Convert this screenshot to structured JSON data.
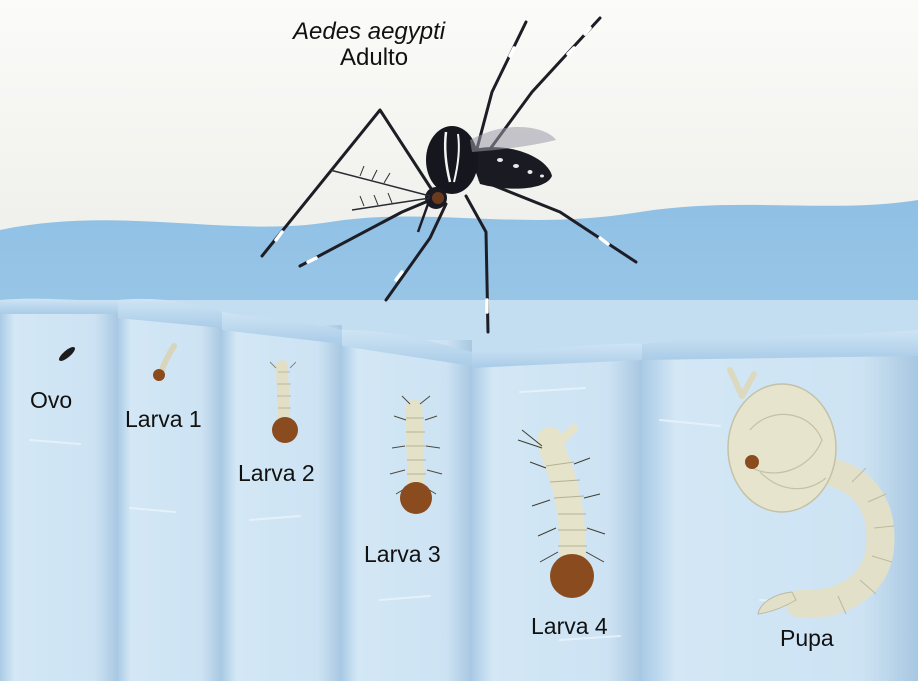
{
  "title": {
    "species": "Aedes aegypti",
    "stage": "Adulto"
  },
  "stages": [
    {
      "label": "Ovo"
    },
    {
      "label": "Larva 1"
    },
    {
      "label": "Larva 2"
    },
    {
      "label": "Larva 3"
    },
    {
      "label": "Larva 4"
    },
    {
      "label": "Pupa"
    }
  ],
  "colors": {
    "sky_top": "#ffffff",
    "sky_bottom": "#dcdcd6",
    "water_surface": "#8fc2e6",
    "water_column": "#c9e2f4",
    "larva_body": "#e6e3c9",
    "larva_head": "#8a4b1f",
    "mosquito_body": "#1a1a22"
  },
  "icons": [
    "mosquito-adult-icon",
    "egg-icon",
    "larva-icon",
    "pupa-icon"
  ]
}
